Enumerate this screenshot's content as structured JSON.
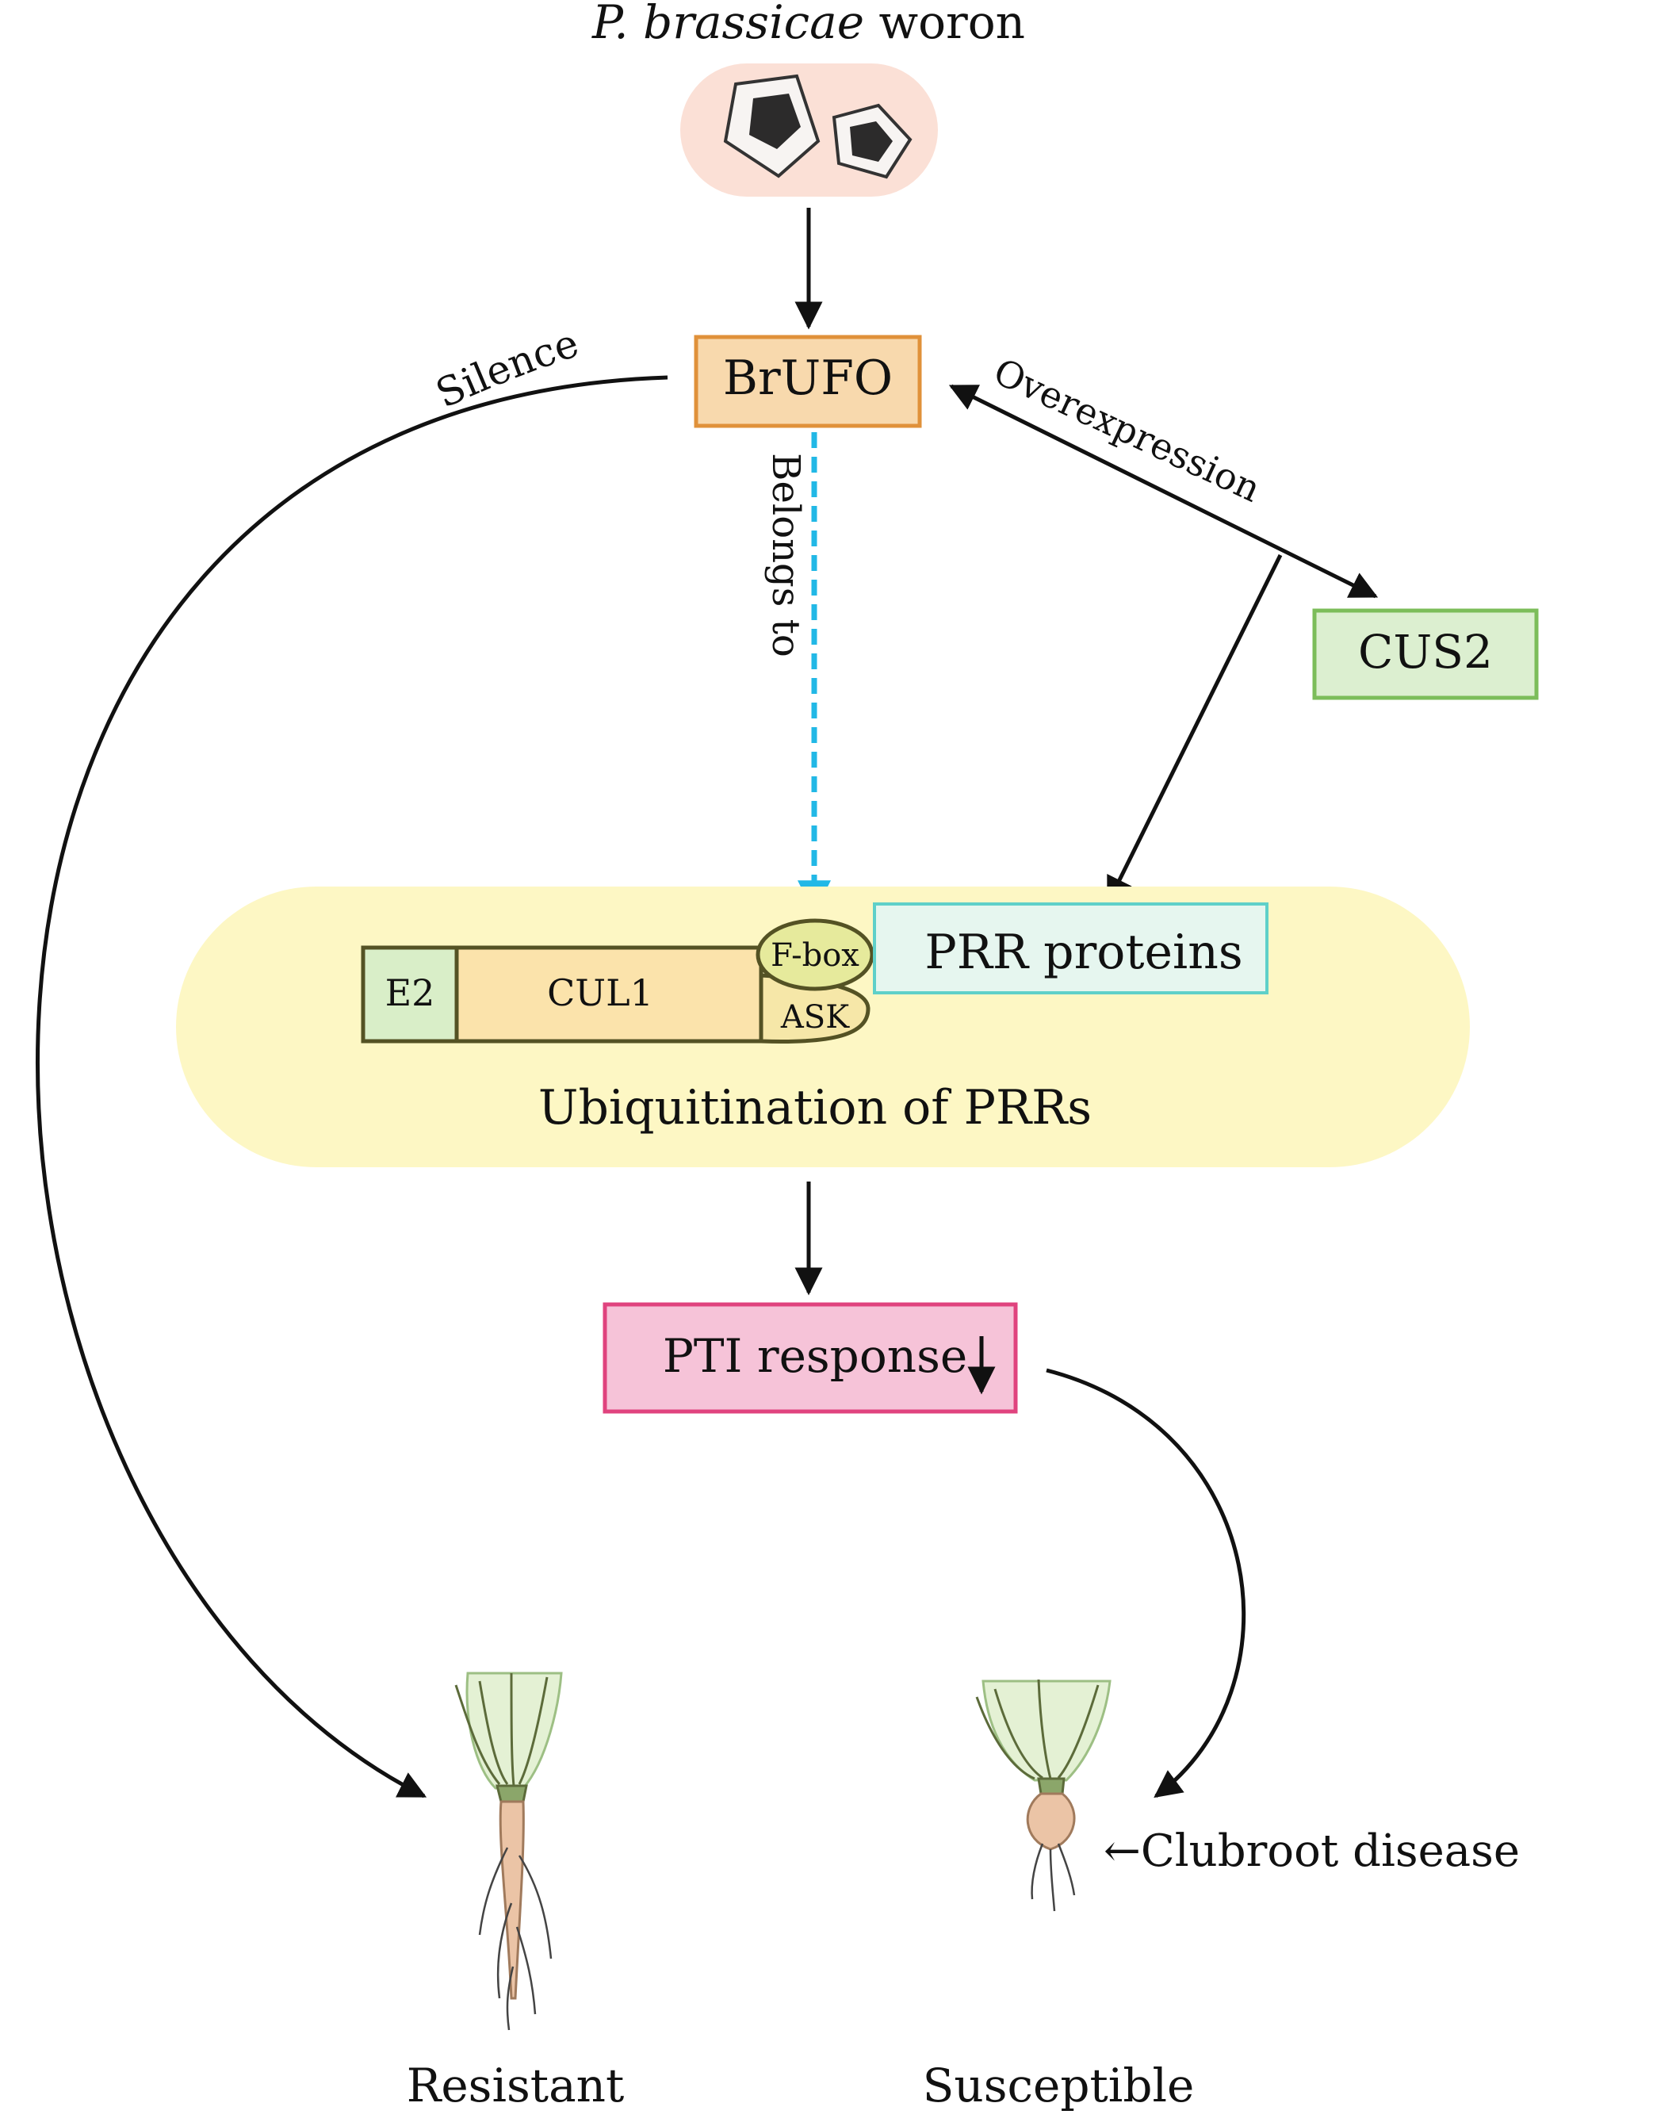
{
  "title": {
    "species": "P. brassicae",
    "stage": "woron"
  },
  "nodes": {
    "brufo": "BrUFO",
    "cus2": "CUS2",
    "prr": "PRR proteins",
    "e2": "E2",
    "cul1": "CUL1",
    "fbox": "F-box",
    "ask": "ASK",
    "ubiquitination": "Ubiquitination of PRRs",
    "pti": "PTI response"
  },
  "edges": {
    "silence": "Silence",
    "overexpression": "Overexpression",
    "belongs_to": "Belongs to"
  },
  "outcomes": {
    "resistant": "Resistant",
    "susceptible": "Susceptible",
    "clubroot": "←Clubroot disease"
  },
  "colors": {
    "woron_bg": "#fbe0d6",
    "brufo_fill": "#f8d9ad",
    "brufo_stroke": "#e0913a",
    "cus2_fill": "#dcefd0",
    "cus2_stroke": "#7cbd5a",
    "prr_fill": "#e6f6ef",
    "prr_stroke": "#5fd0c9",
    "ubiq_bg": "#fdf7c4",
    "e2_fill": "#d9eec8",
    "cul1_fill": "#fbe3ab",
    "fbox_fill": "#e6ea9c",
    "ask_fill": "#f6e7a8",
    "complex_stroke": "#545224",
    "pti_fill": "#f6c3d8",
    "pti_stroke": "#e0437e",
    "dashed_arrow": "#22b8e6"
  }
}
